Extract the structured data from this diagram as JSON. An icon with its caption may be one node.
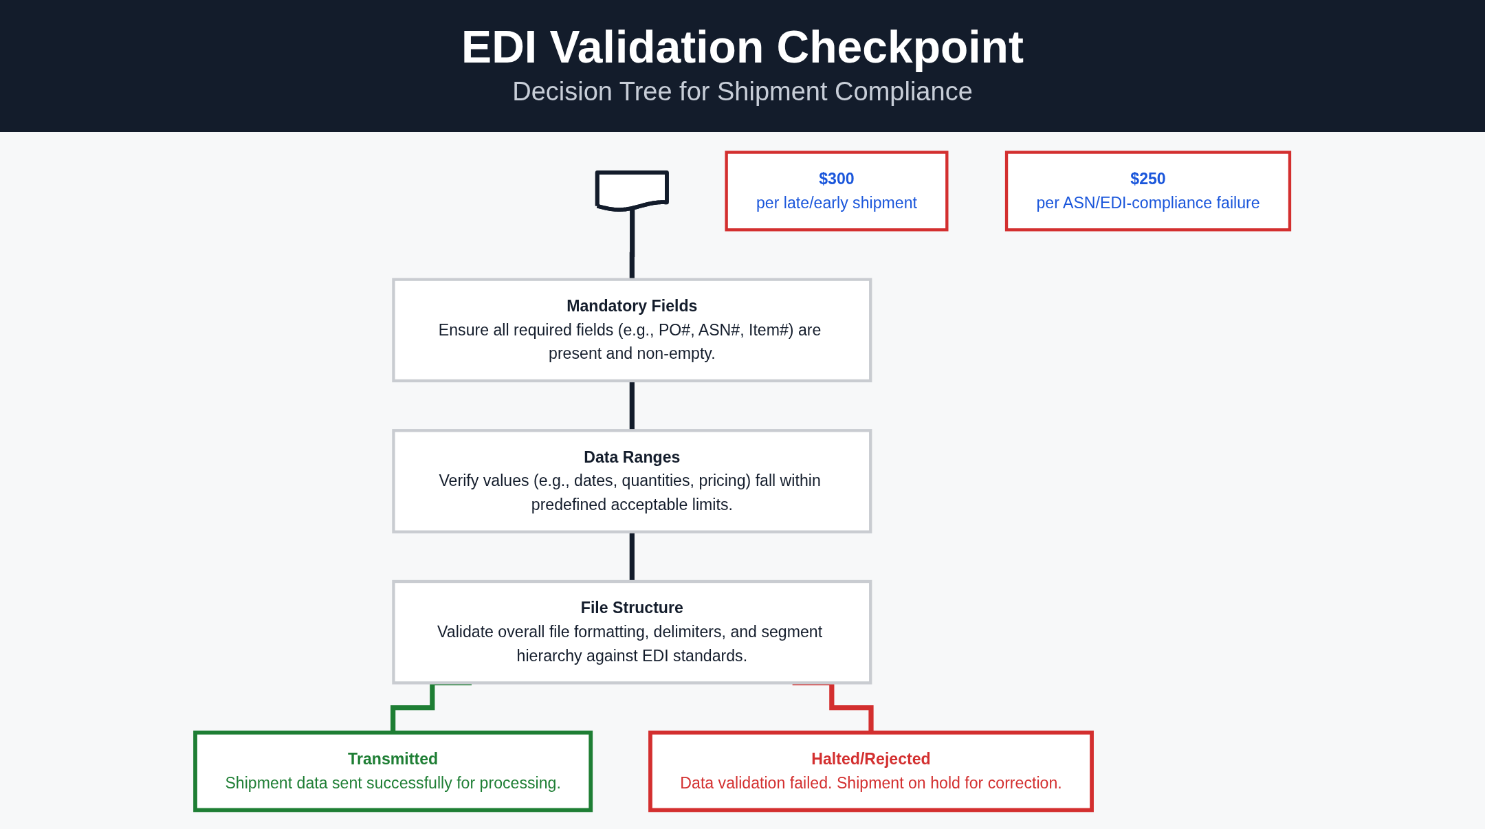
{
  "diagram": {
    "title": "EDI Validation Checkpoint",
    "nodes": [
      {
        "text": [],
        "shape": "document"
      },
      {
        "text": [
          "Mandatory Fields",
          "Ensure all required fields (e.g., PO#, ASN#, Item#) are present and non-empty."
        ]
      },
      {
        "text": [
          "Data Ranges",
          "Verify values (e.g., dates, quantities, pricing) fall within predefined acceptable limits."
        ]
      },
      {
        "text": [
          "File Structure",
          "Validate overall file formatting, delimiters, and segment hierarchy against EDI standards."
        ]
      },
      {
        "text": [
          "Transmitted",
          "Shipment data sent successfully for processing."
        ]
      },
      {
        "text": [
          "Halted/Rejected",
          "Data validation failed. Shipment on hold for correction."
        ]
      },
      {
        "text": [
          "$300",
          "per late/early shipment"
        ]
      },
      {
        "text": [
          "$250",
          "per ASN/EDI-compliance failure"
        ]
      }
    ],
    "edges": [
      {
        "from": 0,
        "to": 1,
        "arrow": "none"
      },
      {
        "from": 1,
        "to": 2,
        "arrow": "none"
      },
      {
        "from": 2,
        "to": 3,
        "arrow": "none"
      },
      {
        "from": 3,
        "to": 4,
        "arrow": "none",
        "color": "#1e7e34"
      },
      {
        "from": 3,
        "to": 5,
        "arrow": "none",
        "color": "#d32f2f"
      }
    ],
    "labels": [
      "Decision Tree for Shipment Compliance"
    ]
  }
}
